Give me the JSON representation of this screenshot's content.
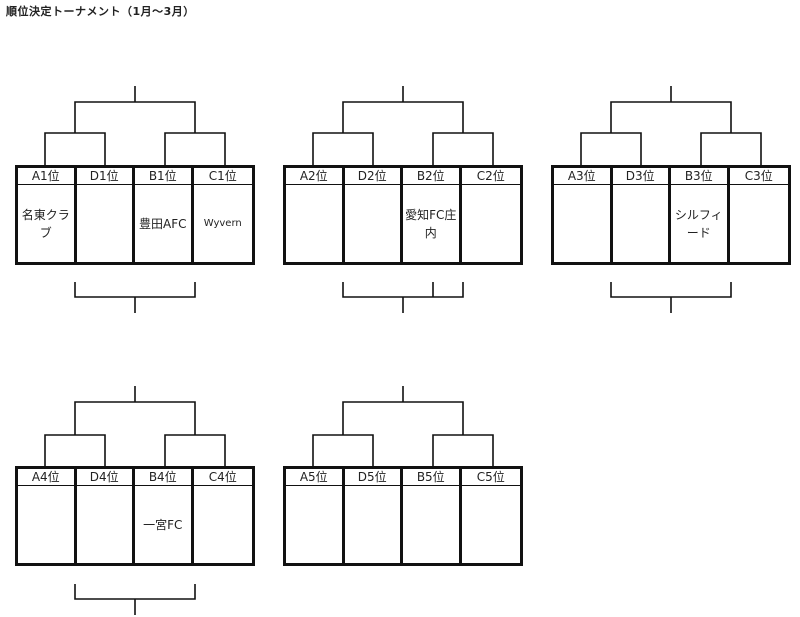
{
  "title": "順位決定トーナメント（1月〜3月）",
  "groups": [
    {
      "headers": [
        "A1位",
        "D1位",
        "B1位",
        "C1位"
      ],
      "teams": [
        "名東クラブ",
        "",
        "豊田AFC",
        "Wyvern"
      ]
    },
    {
      "headers": [
        "A2位",
        "D2位",
        "B2位",
        "C2位"
      ],
      "teams": [
        "",
        "",
        "愛知FC庄内",
        ""
      ]
    },
    {
      "headers": [
        "A3位",
        "D3位",
        "B3位",
        "C3位"
      ],
      "teams": [
        "",
        "",
        "シルフィード",
        ""
      ]
    },
    {
      "headers": [
        "A4位",
        "D4位",
        "B4位",
        "C4位"
      ],
      "teams": [
        "",
        "",
        "一宮FC",
        ""
      ]
    },
    {
      "headers": [
        "A5位",
        "D5位",
        "B5位",
        "C5位"
      ],
      "teams": [
        "",
        "",
        "",
        ""
      ]
    }
  ]
}
